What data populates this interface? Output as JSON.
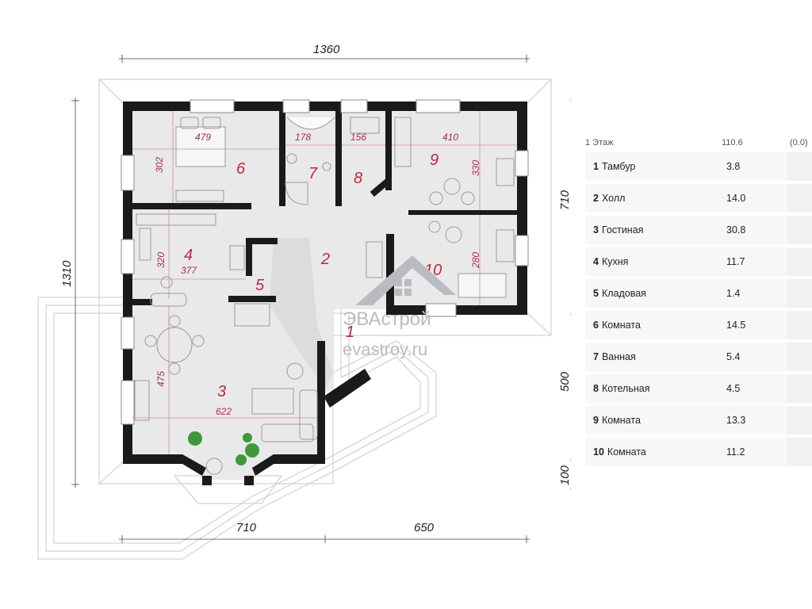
{
  "plan": {
    "top_dimension": "1360",
    "left_dimension": "1310",
    "right_dimensions": [
      "710",
      "500",
      "100"
    ],
    "bottom_dimensions": [
      "710",
      "650"
    ],
    "inner_dimensions": {
      "room6_width": "479",
      "room6_height": "302",
      "room7_width": "178",
      "room8_width": "156",
      "room9_width": "410",
      "room9_height": "330",
      "room10_height": "280",
      "room4_height": "320",
      "room4_width": "377",
      "room3_height": "475",
      "room3_width": "622"
    },
    "room_numbers": [
      "1",
      "2",
      "3",
      "4",
      "5",
      "6",
      "7",
      "8",
      "9",
      "10"
    ]
  },
  "watermark": {
    "brand": "ЭВАстрой",
    "url": "evastroy.ru"
  },
  "legend": {
    "header": {
      "floor": "1 Этаж",
      "total": "110.6",
      "extra": "(0.0)"
    },
    "rooms": [
      {
        "num": "1",
        "name": "Тамбур",
        "area": "3.8"
      },
      {
        "num": "2",
        "name": "Холл",
        "area": "14.0"
      },
      {
        "num": "3",
        "name": "Гостиная",
        "area": "30.8"
      },
      {
        "num": "4",
        "name": "Кухня",
        "area": "11.7"
      },
      {
        "num": "5",
        "name": "Кладовая",
        "area": "1.4"
      },
      {
        "num": "6",
        "name": "Комната",
        "area": "14.5"
      },
      {
        "num": "7",
        "name": "Ванная",
        "area": "5.4"
      },
      {
        "num": "8",
        "name": "Котельная",
        "area": "4.5"
      },
      {
        "num": "9",
        "name": "Комната",
        "area": "13.3"
      },
      {
        "num": "10",
        "name": "Комната",
        "area": "11.2"
      }
    ]
  }
}
